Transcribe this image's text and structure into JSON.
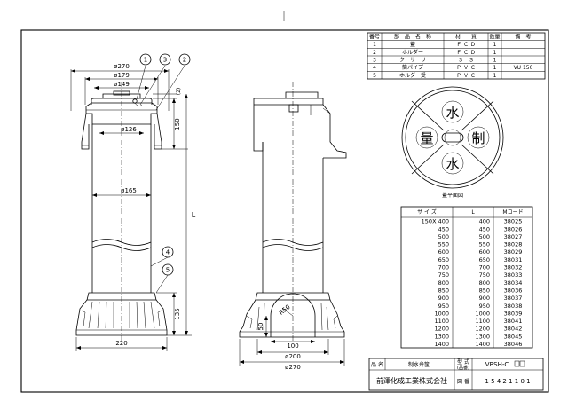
{
  "parts_table": {
    "headers": [
      "番号",
      "部　品　名　称",
      "材　　質",
      "数量",
      "備　考"
    ],
    "rows": [
      [
        "1",
        "蓋",
        "Ｆ Ｃ Ｄ",
        "1",
        ""
      ],
      [
        "2",
        "ホルダー",
        "Ｆ Ｃ Ｄ",
        "1",
        ""
      ],
      [
        "3",
        "ク　サ　リ",
        "Ｓ　Ｓ",
        "1",
        ""
      ],
      [
        "4",
        "筒パイプ",
        "Ｐ Ｖ Ｃ",
        "1",
        "VU 150"
      ],
      [
        "5",
        "ホルダー受",
        "Ｐ Ｖ Ｃ",
        "1",
        ""
      ]
    ]
  },
  "lid_plan": {
    "caption": "蓋平面図",
    "chars": [
      "水",
      "量",
      "制",
      "水"
    ]
  },
  "size_table": {
    "headers": [
      "サ イ ズ",
      "L",
      "Mコード"
    ],
    "rows": [
      [
        "150X 400",
        "400",
        "38025"
      ],
      [
        "450",
        "450",
        "38026"
      ],
      [
        "500",
        "500",
        "38027"
      ],
      [
        "550",
        "550",
        "38028"
      ],
      [
        "600",
        "600",
        "38029"
      ],
      [
        "650",
        "650",
        "38031"
      ],
      [
        "700",
        "700",
        "38032"
      ],
      [
        "750",
        "750",
        "38033"
      ],
      [
        "800",
        "800",
        "38034"
      ],
      [
        "850",
        "850",
        "38036"
      ],
      [
        "900",
        "900",
        "38037"
      ],
      [
        "950",
        "950",
        "38038"
      ],
      [
        "1000",
        "1000",
        "38039"
      ],
      [
        "1100",
        "1100",
        "38041"
      ],
      [
        "1200",
        "1200",
        "38042"
      ],
      [
        "1300",
        "1300",
        "38045"
      ],
      [
        "1400",
        "1400",
        "38046"
      ]
    ]
  },
  "title_block": {
    "name_label": "品 名",
    "name_value": "制水弁筺",
    "model_label": "型 式",
    "model_sub": "(品番)",
    "model_value": "VBSH-C",
    "company": "前澤化成工業株式会社",
    "drawing_no_label": "図 番",
    "drawing_no": "1 5 4 2 1 1 0 1"
  },
  "dimensions": {
    "d270_top": "ø270",
    "d179": "ø179",
    "d149": "ø149",
    "d126": "ø126",
    "d165": "ø165",
    "gap2": "(2)",
    "h150": "150",
    "hL": "L",
    "h135": "135",
    "w220": "220",
    "r50": "R50",
    "h50": "50",
    "w100": "100",
    "d200": "ø200",
    "d270_bottom": "ø270"
  },
  "balloons": [
    "1",
    "3",
    "2",
    "4",
    "5"
  ]
}
